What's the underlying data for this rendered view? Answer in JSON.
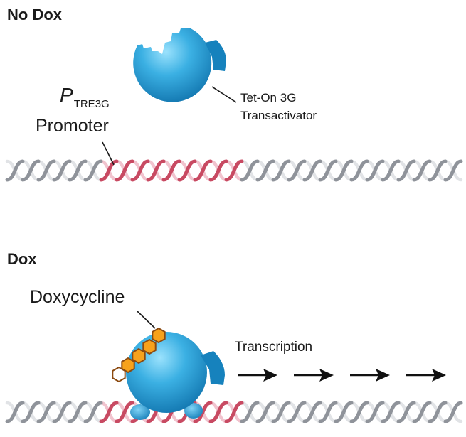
{
  "panels": {
    "top": {
      "title": "No Dox"
    },
    "bottom": {
      "title": "Dox"
    }
  },
  "labels": {
    "promoter_symbol": "P",
    "promoter_subscript": "TRE3G",
    "promoter_word": "Promoter",
    "transactivator_line1": "Tet-On 3G",
    "transactivator_line2": "Transactivator",
    "doxycycline": "Doxycycline",
    "transcription": "Transcription"
  },
  "colors": {
    "protein": "#1f95cf",
    "protein_highlight": "#8fdcfb",
    "dna_strand": "#8f939a",
    "dna_strand_light": "#dfe2e5",
    "promoter_strand": "#c84a62",
    "promoter_strand_light": "#f0c0cb",
    "doxycycline": "#f7a21c",
    "doxycycline_outline": "#8c4a10",
    "arrow": "#111111"
  }
}
